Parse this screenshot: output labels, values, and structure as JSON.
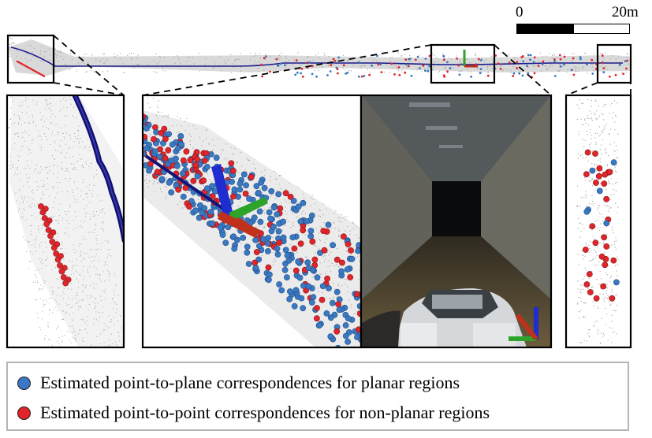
{
  "scale_bar": {
    "start_label": "0",
    "end_label": "20m"
  },
  "legend": {
    "items": [
      {
        "label": "Estimated point-to-plane correspondences for planar regions",
        "color": "#3a77c4"
      },
      {
        "label": "Estimated point-to-point correspondences for non-planar regions",
        "color": "#e0242a"
      }
    ]
  },
  "colors": {
    "planar": "#3a78c2",
    "nonplanar": "#e0262c",
    "trajectory": "#1a1a8c",
    "cloud": "#9a9a9a",
    "axis_x": "#c0301a",
    "axis_y": "#2ea32a",
    "axis_z": "#1f2ccf"
  }
}
